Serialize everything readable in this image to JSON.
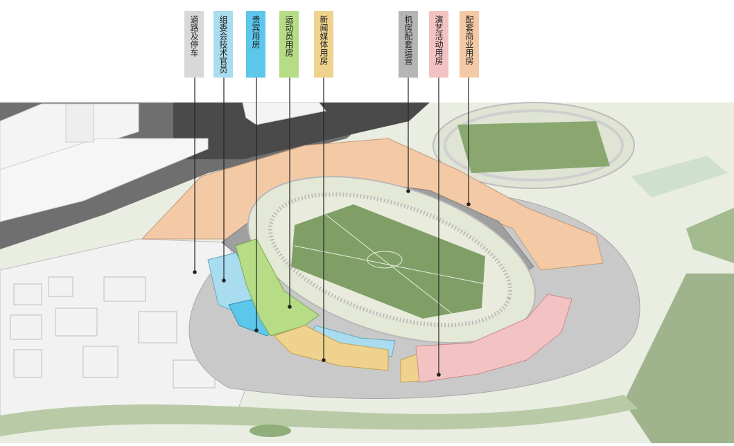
{
  "legend": [
    {
      "id": "roads",
      "label": "道路及停车",
      "color": "#d8d8d8"
    },
    {
      "id": "committee",
      "label": "组委会技术官员",
      "color": "#a9dcef"
    },
    {
      "id": "vip",
      "label": "贵宾用房",
      "color": "#5cc7ea"
    },
    {
      "id": "athletes",
      "label": "运动员用房",
      "color": "#b6dc86"
    },
    {
      "id": "media",
      "label": "新闻媒体用房",
      "color": "#eed28e"
    },
    {
      "id": "machine",
      "label": "机房配套运营",
      "color": "#b5b5b5"
    },
    {
      "id": "performance",
      "label": "演艺活动用房",
      "color": "#f3c3c3"
    },
    {
      "id": "commercial",
      "label": "配套商业用房",
      "color": "#f3c9a6"
    }
  ]
}
